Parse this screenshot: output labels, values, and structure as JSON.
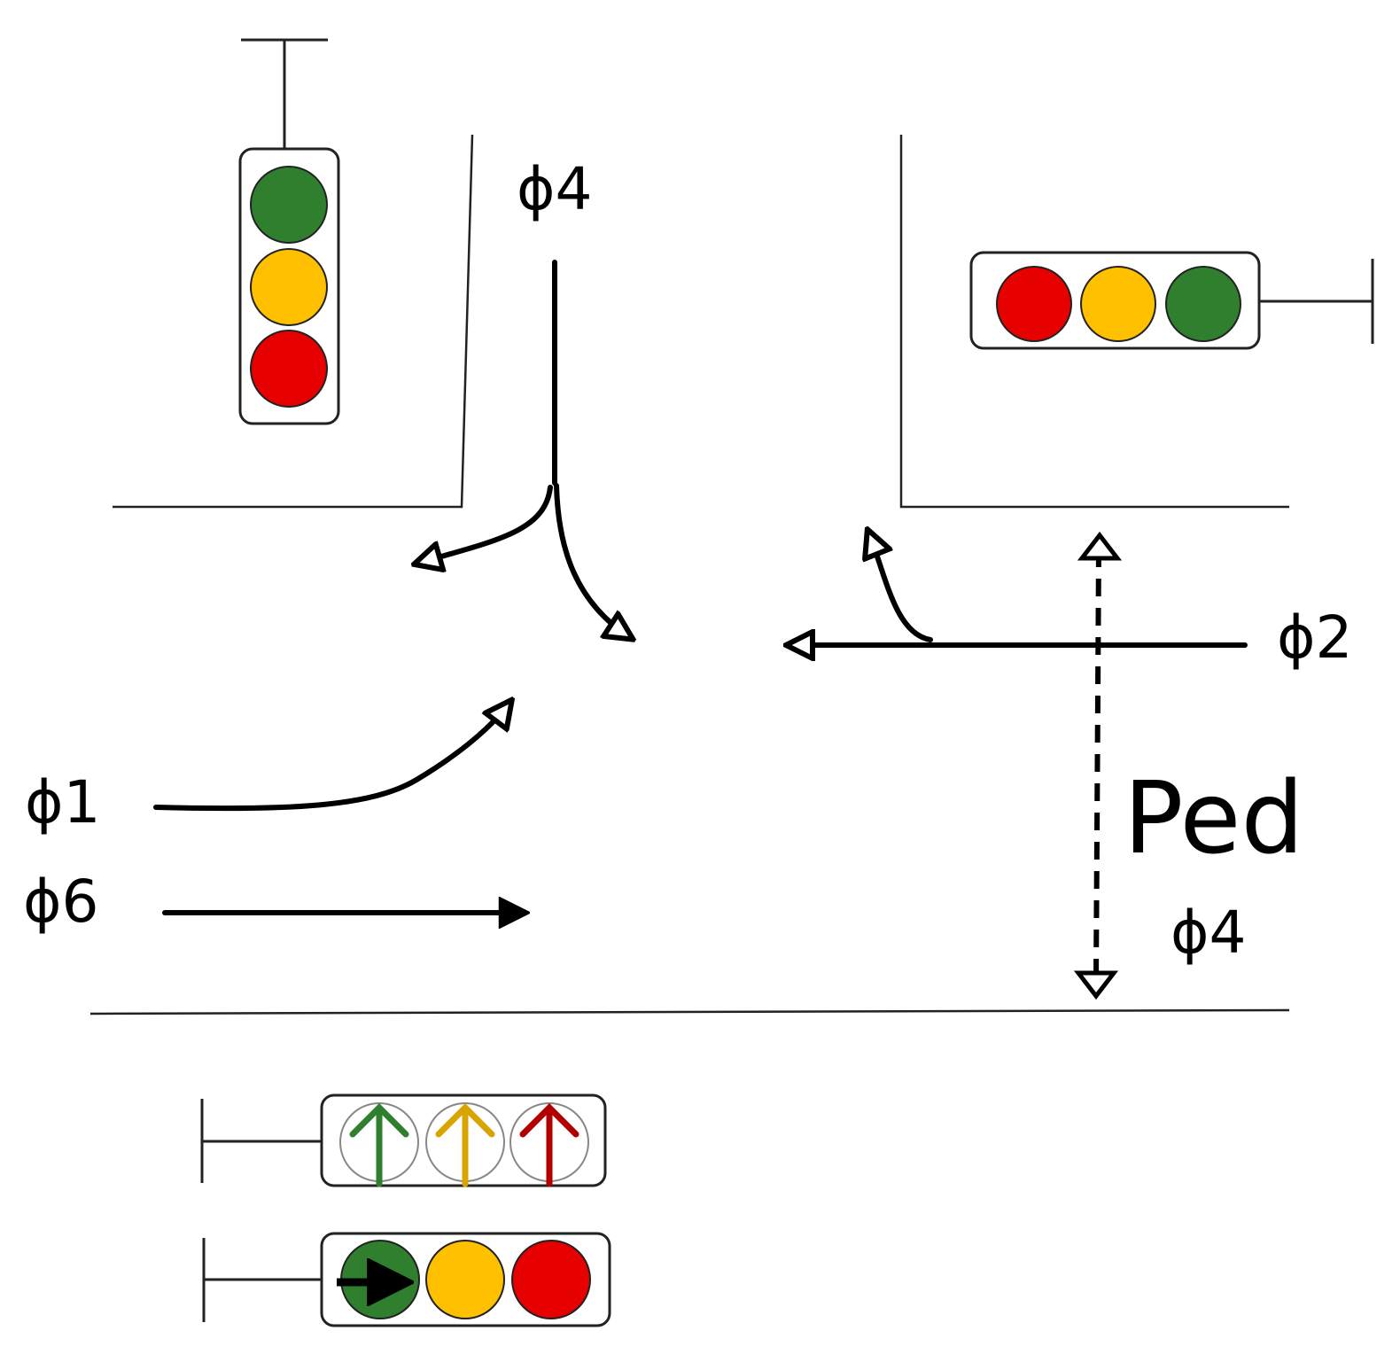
{
  "labels": {
    "phase_top": "ϕ4",
    "phase_right": "ϕ2",
    "phase_left_upper": "ϕ1",
    "phase_left_lower": "ϕ6",
    "ped_label": "Ped",
    "ped_phase": "ϕ4"
  },
  "colors": {
    "green": "#2f7f2f",
    "yellow": "#ffc000",
    "red": "#e60000",
    "curb": "#222222",
    "arrow": "#000000"
  },
  "signal_heads": [
    {
      "name": "north-signal",
      "orientation": "vertical",
      "lamps": [
        "green",
        "yellow",
        "red"
      ]
    },
    {
      "name": "east-signal",
      "orientation": "horizontal",
      "lamps": [
        "red",
        "yellow",
        "green"
      ]
    },
    {
      "name": "left-turn-arrow-signal",
      "orientation": "horizontal",
      "lamps": [
        "green-up-arrow",
        "yellow-up-arrow",
        "red-up-arrow"
      ]
    },
    {
      "name": "through-signal",
      "orientation": "horizontal",
      "lamps": [
        "green-right-arrow",
        "yellow",
        "red"
      ]
    }
  ]
}
